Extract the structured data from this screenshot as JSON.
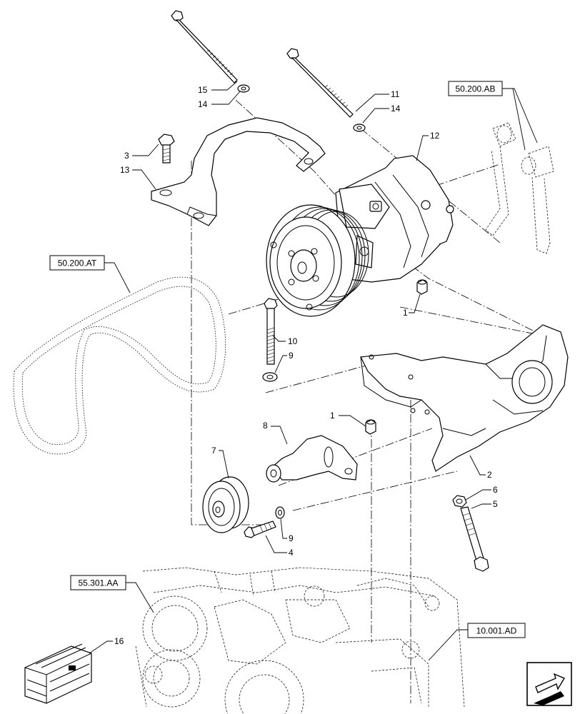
{
  "references": {
    "ab": "50.200.AB",
    "at": "50.200.AT",
    "aa": "55.301.AA",
    "ad": "10.001.AD"
  },
  "callouts": {
    "c15": "15",
    "c14a": "14",
    "c3": "3",
    "c13": "13",
    "c11": "11",
    "c14b": "14",
    "c12": "12",
    "c1a": "1",
    "c10": "10",
    "c9a": "9",
    "c1b": "1",
    "c8": "8",
    "c7": "7",
    "c2": "2",
    "c6": "6",
    "c5": "5",
    "c9b": "9",
    "c4": "4",
    "c16": "16"
  },
  "nav_icon": "next-page-arrow-icon"
}
